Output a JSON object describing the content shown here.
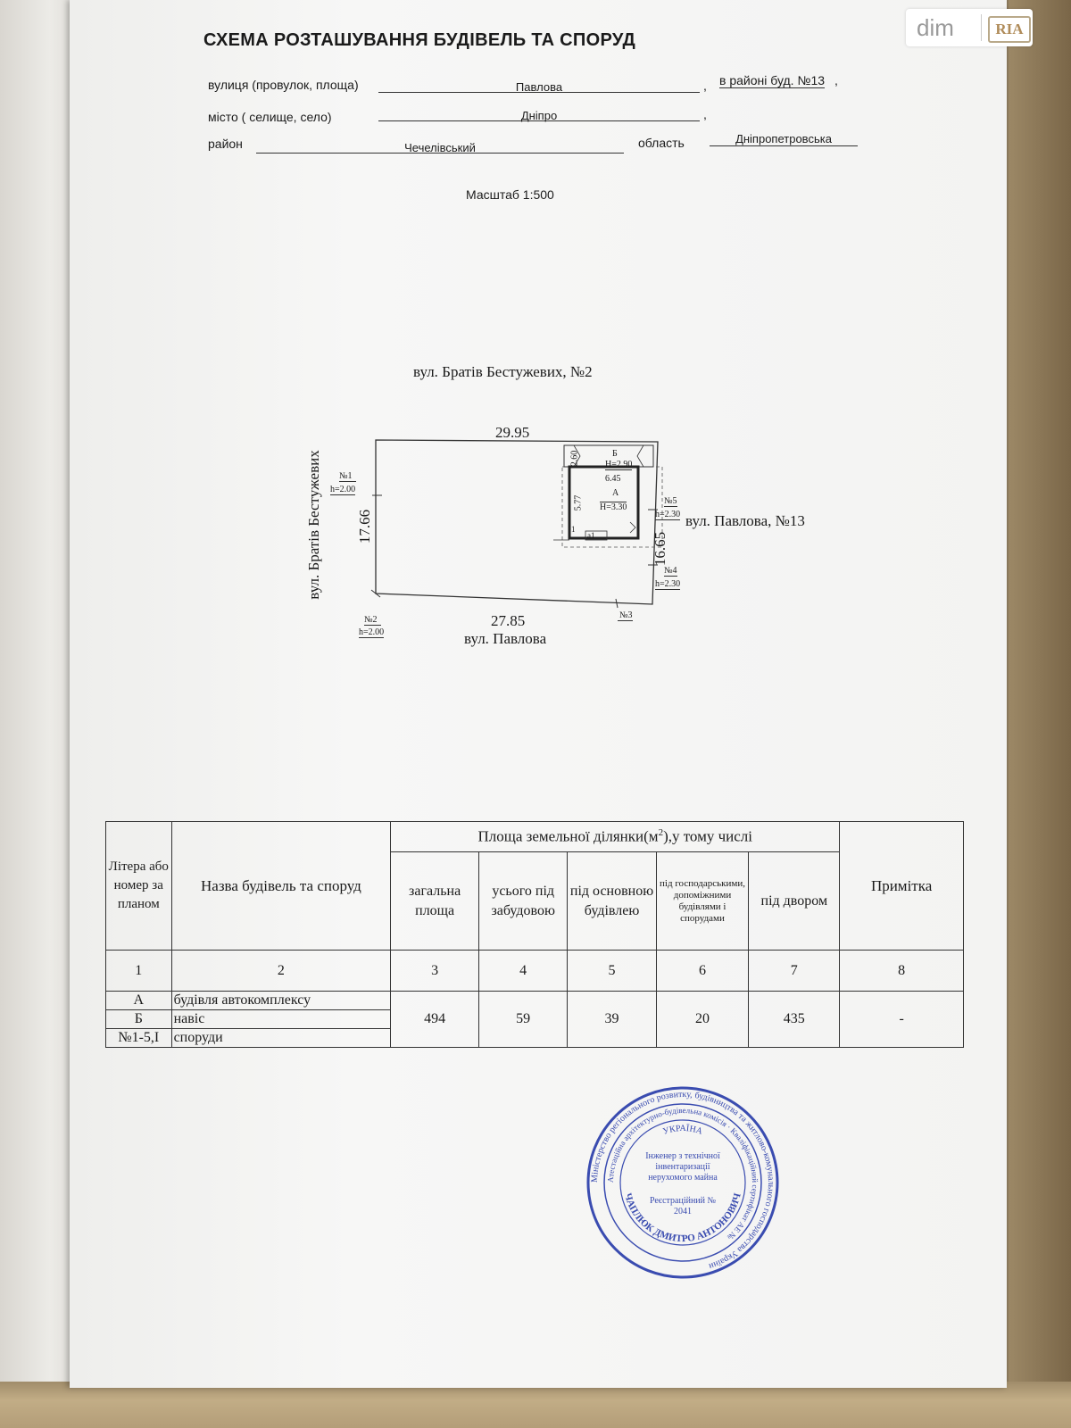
{
  "document": {
    "title": "СХЕМА РОЗТАШУВАННЯ БУДІВЕЛЬ ТА СПОРУД",
    "street_label": "вулиця (провулок, площа)",
    "street_value": "Павлова",
    "comma": ",",
    "near_building_label": "в районі буд. №13",
    "near_building_suffix": ",",
    "city_label": "місто ( селище, село)",
    "city_value": "Дніпро",
    "district_label": "район",
    "district_value": "Чечелівський",
    "region_label": "область",
    "region_value": "Дніпропетровська",
    "scale": "Масштаб 1:500"
  },
  "plan": {
    "north_street": "вул. Братів Бестужевих, №2",
    "west_street": "вул. Братів Бестужевих",
    "east_street": "вул. Павлова, №13",
    "south_street": "вул. Павлова",
    "dims": {
      "top": "29.95",
      "bottom": "27.85",
      "left": "17.66",
      "right": "16.65",
      "bh": "2.60",
      "av": "5.77",
      "aw": "6.45"
    },
    "building_a": {
      "letter": "А",
      "height": "Н=3.30"
    },
    "building_b": {
      "letter": "Б",
      "height": "Н=2.90"
    },
    "small_labels": {
      "one": "1",
      "a1": "а1"
    },
    "points": [
      {
        "num": "№1",
        "h": "h=2.00"
      },
      {
        "num": "№2",
        "h": "h=2.00"
      },
      {
        "num": "№3",
        "h": ""
      },
      {
        "num": "№4",
        "h": "h=2.30"
      },
      {
        "num": "№5",
        "h": "h=2.30"
      }
    ]
  },
  "table": {
    "h_letter": "Літера або номер за планом",
    "h_name": "Назва будівель та споруд",
    "h_area": "Площа земельної ділянки(м",
    "h_area_sup": "2",
    "h_area_tail": "),у тому числі",
    "h_total": "загальна площа",
    "h_built": "усього під забудовою",
    "h_main": "під основною будівлею",
    "h_aux": "під господарськими, допоміжними будівлями і спорудами",
    "h_yard": "під двором",
    "h_note": "Примітка",
    "col_nums": [
      "1",
      "2",
      "3",
      "4",
      "5",
      "6",
      "7",
      "8"
    ],
    "rows": [
      {
        "letter": "А",
        "name": "будівля автокомплексу"
      },
      {
        "letter": "Б",
        "name": "навіс"
      },
      {
        "letter": "№1-5,І",
        "name": "споруди"
      }
    ],
    "values": {
      "total": "494",
      "built": "59",
      "main": "39",
      "aux": "20",
      "yard": "435",
      "note": "-"
    }
  },
  "stamp": {
    "outer_text": "Міністерство регіонального розвитку, будівництва та житлово-комунального господарства України",
    "inner_text": "Атестаційна архітектурно-будівельна комісія · Кваліфікаційний сертифікат АЕ №",
    "country": "УКРАЇНА",
    "role": "Інженер з технічної інвентаризації нерухомого майна",
    "reg": "Реєстраційний № 2041",
    "name": "ЧАПЛЮК ДМИТРО АНТОНОВИЧ"
  },
  "watermark": {
    "brand": "dim",
    "logo": "RIA"
  }
}
